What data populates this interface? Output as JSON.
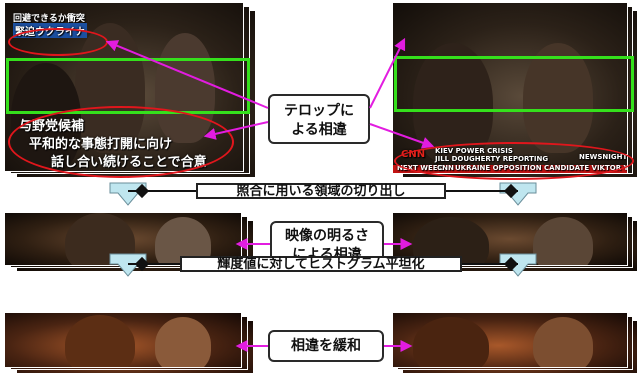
{
  "left_top_captions": {
    "line1": "回避できるか衝突",
    "line2": "緊迫ウクライナ",
    "party": "与野党候補",
    "sub1": "平和的な事態打開に向け",
    "sub2": "話し合い続けることで合意"
  },
  "right_top_captions": {
    "logo": "CNN",
    "headline1": "KIEV POWER CRISIS",
    "headline2": "JILL DOUGHERTY REPORTING",
    "ticker_left": "NEXT WEEK",
    "ticker_logo": "CNN",
    "ticker_main": "UKRAINE OPPOSITION CANDIDATE VIKTOR YUSHCHE",
    "program": "NEWSNIGHT"
  },
  "callout_telop": {
    "line1": "テロップに",
    "line2": "よる相違"
  },
  "callout_brightness": {
    "line1": "映像の明るさ",
    "line2": "による相違"
  },
  "callout_mitigate": {
    "line1": "相違を緩和"
  },
  "band_crop": "照合に用いる領域の切り出し",
  "band_hist": "輝度値に対してヒストグラム平坦化",
  "colors": {
    "green_box": "#35e01c",
    "red_ellipse": "#e0161c",
    "magenta_arrow": "#e21ce0",
    "step_arrow": "#bfe6ef"
  }
}
